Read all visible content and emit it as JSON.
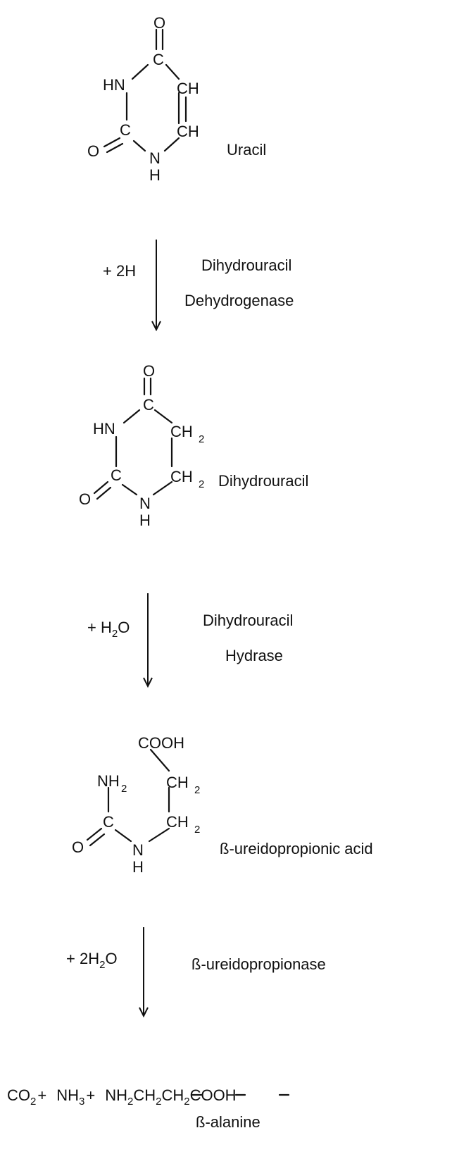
{
  "atoms": {
    "O": "O",
    "C": "C",
    "HN": "HN",
    "N": "N",
    "H": "H",
    "CH": "CH",
    "NH": "NH",
    "COOH": "COOH",
    "CO": "CO",
    "plus": "+",
    "sub2": "2",
    "sub3": "3"
  },
  "compounds": {
    "uracil": "Uracil",
    "dihydrouracil": "Dihydrouracil",
    "ureidopropionic": "ß-ureidopropionic  acid",
    "alanine": "ß-alanine"
  },
  "steps": [
    {
      "reagent_prefix": "+ 2H",
      "enzyme_line1": "Dihydrouracil",
      "enzyme_line2": "Dehydrogenase"
    },
    {
      "reagent_prefix": "+ H",
      "reagent_suffix": "O",
      "enzyme_line1": "Dihydrouracil",
      "enzyme_line2": "Hydrase"
    },
    {
      "reagent_prefix": "+ 2H",
      "reagent_suffix": "O",
      "enzyme_line1": "ß-ureidopropionase"
    }
  ],
  "products": {
    "ch2_chain": "CH",
    "cooh": "COOH"
  }
}
